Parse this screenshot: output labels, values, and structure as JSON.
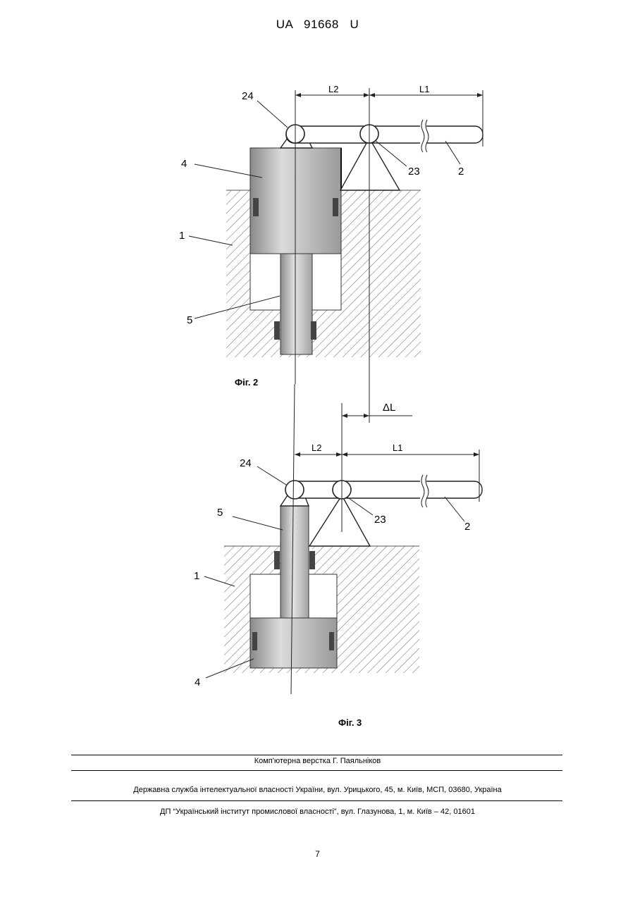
{
  "header": {
    "title": "UA   91668   U"
  },
  "figure2": {
    "caption": "Фіг. 2",
    "labels": {
      "l2": "L2",
      "l1": "L1",
      "p24": "24",
      "p4": "4",
      "p23": "23",
      "p2": "2",
      "p1": "1",
      "p5": "5"
    }
  },
  "figure3": {
    "caption": "Фіг. 3",
    "delta": "ΔL",
    "labels": {
      "l2": "L2",
      "l1": "L1",
      "p24": "24",
      "p5": "5",
      "p23": "23",
      "p2": "2",
      "p1": "1",
      "p4": "4"
    }
  },
  "footer": {
    "layout_credit": "Комп'ютерна верстка Г. Паяльніков",
    "office": "Державна служба інтелектуальної власності України, вул. Урицького, 45, м. Київ, МСП, 03680, Україна",
    "institute": "ДП “Український інститут промислової власності”, вул. Глазунова, 1, м. Київ – 42, 01601"
  },
  "page_number": "7"
}
